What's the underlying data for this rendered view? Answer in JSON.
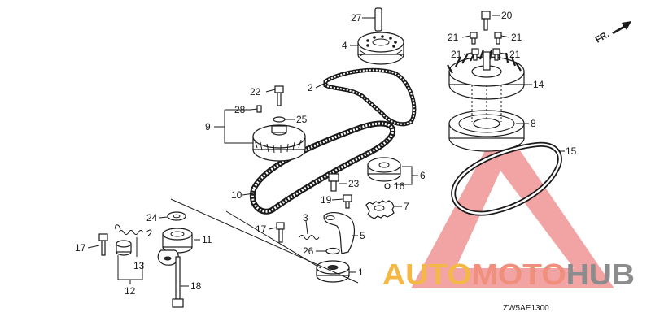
{
  "diagram": {
    "drawing_code": "ZW5AE1300",
    "direction_marker": "FR.",
    "callouts": [
      {
        "id": "c27",
        "label": "27"
      },
      {
        "id": "c20",
        "label": "20"
      },
      {
        "id": "c21a",
        "label": "21"
      },
      {
        "id": "c21b",
        "label": "21"
      },
      {
        "id": "c21c",
        "label": "21"
      },
      {
        "id": "c21d",
        "label": "21"
      },
      {
        "id": "c4",
        "label": "4"
      },
      {
        "id": "c2",
        "label": "2"
      },
      {
        "id": "c14",
        "label": "14"
      },
      {
        "id": "c22",
        "label": "22"
      },
      {
        "id": "c28",
        "label": "28"
      },
      {
        "id": "c25",
        "label": "25"
      },
      {
        "id": "c9",
        "label": "9"
      },
      {
        "id": "c8",
        "label": "8"
      },
      {
        "id": "c15",
        "label": "15"
      },
      {
        "id": "c6",
        "label": "6"
      },
      {
        "id": "c23",
        "label": "23"
      },
      {
        "id": "c16",
        "label": "16"
      },
      {
        "id": "c10",
        "label": "10"
      },
      {
        "id": "c19",
        "label": "19"
      },
      {
        "id": "c7",
        "label": "7"
      },
      {
        "id": "c24",
        "label": "24"
      },
      {
        "id": "c3",
        "label": "3"
      },
      {
        "id": "c17a",
        "label": "17"
      },
      {
        "id": "c11",
        "label": "11"
      },
      {
        "id": "c17b",
        "label": "17"
      },
      {
        "id": "c5",
        "label": "5"
      },
      {
        "id": "c13",
        "label": "13"
      },
      {
        "id": "c26",
        "label": "26"
      },
      {
        "id": "c1",
        "label": "1"
      },
      {
        "id": "c12",
        "label": "12"
      },
      {
        "id": "c18",
        "label": "18"
      }
    ]
  },
  "watermark": {
    "part1": "AUTO",
    "part2": "MOTO",
    "part3": "HUB",
    "colors": {
      "auto": "#f3b845",
      "moto": "#f08f7b",
      "hub": "#8c8c8c",
      "triangle": "#e85a5a"
    }
  }
}
